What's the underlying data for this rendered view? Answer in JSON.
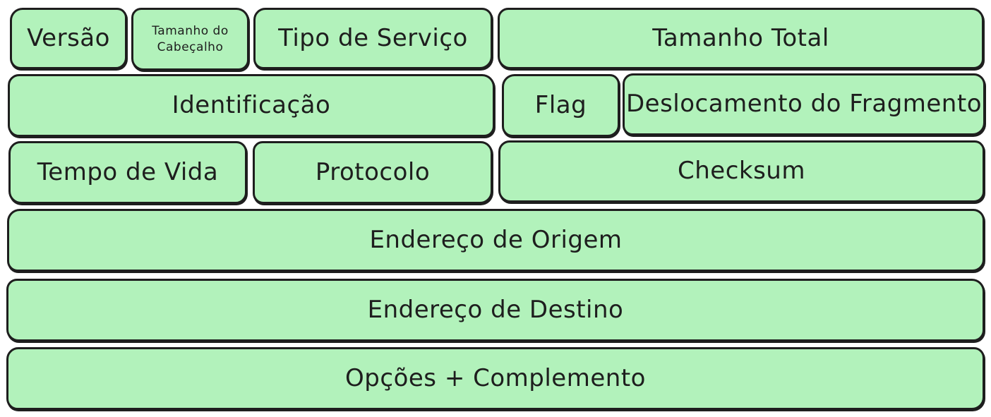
{
  "colors": {
    "fill": "#b2f2bb",
    "stroke": "#1e1e1e"
  },
  "fields": {
    "version": "Versão",
    "header_length": "Tamanho do Cabeçalho",
    "service_type": "Tipo de Serviço",
    "total_length": "Tamanho Total",
    "identification": "Identificação",
    "flag": "Flag",
    "fragment_offset": "Deslocamento do Fragmento",
    "time_to_live": "Tempo de Vida",
    "protocol": "Protocolo",
    "checksum": "Checksum",
    "source_address": "Endereço de Origem",
    "destination_address": "Endereço de Destino",
    "options_padding": "Opções + Complemento"
  }
}
